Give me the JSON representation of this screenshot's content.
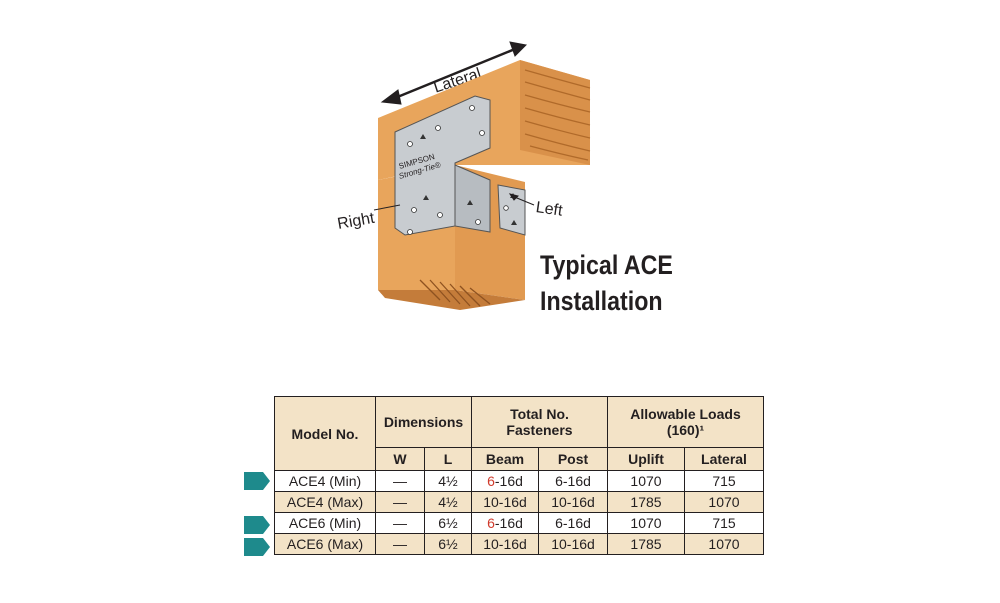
{
  "illustration": {
    "arrow_label": "Lateral",
    "right_label": "Right",
    "left_label": "Left",
    "brand_line1": "SIMPSON",
    "brand_line2": "Strong-Tie®"
  },
  "caption": {
    "line1": "Typical ACE",
    "line2": "Installation"
  },
  "table": {
    "header": {
      "model": "Model No.",
      "dimensions": "Dimensions",
      "fasteners": "Total No. Fasteners",
      "loads": "Allowable Loads (160)¹",
      "w": "W",
      "l": "L",
      "beam": "Beam",
      "post": "Post",
      "uplift": "Uplift",
      "lateral": "Lateral"
    },
    "rows": [
      {
        "model": "ACE4 (Min)",
        "w": "—",
        "l": "4½",
        "beam_count": "6",
        "beam_nail": "-16d",
        "post": "6-16d",
        "uplift": "1070",
        "lateral": "715"
      },
      {
        "model": "ACE4 (Max)",
        "w": "—",
        "l": "4½",
        "beam_count": "",
        "beam_nail": "10-16d",
        "post": "10-16d",
        "uplift": "1785",
        "lateral": "1070"
      },
      {
        "model": "ACE6 (Min)",
        "w": "—",
        "l": "6½",
        "beam_count": "6",
        "beam_nail": "-16d",
        "post": "6-16d",
        "uplift": "1070",
        "lateral": "715"
      },
      {
        "model": "ACE6 (Max)",
        "w": "—",
        "l": "6½",
        "beam_count": "",
        "beam_nail": "10-16d",
        "post": "10-16d",
        "uplift": "1785",
        "lateral": "1070"
      }
    ]
  },
  "colors": {
    "wood": "#e8a55c",
    "wood_dark": "#c47c3a",
    "header_fill": "#f3e3c7",
    "marker": "#1e8a8c",
    "highlight_red": "#d03a2b"
  }
}
